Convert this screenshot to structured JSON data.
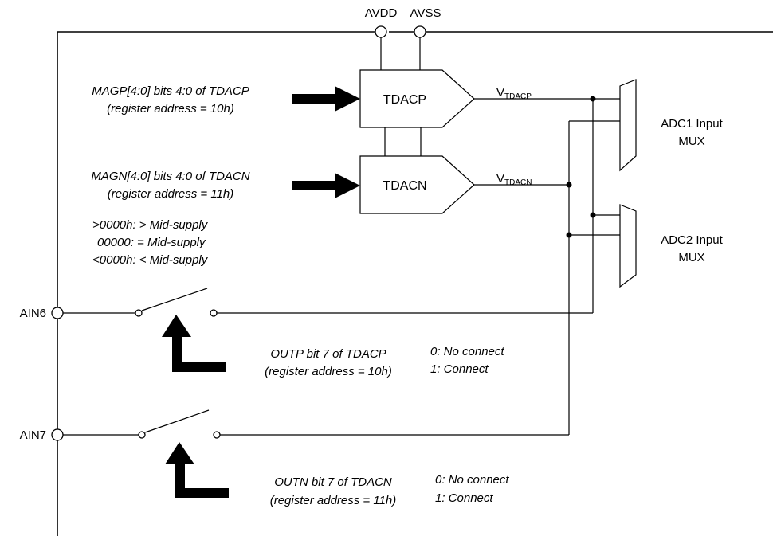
{
  "supply": {
    "avdd": "AVDD",
    "avss": "AVSS"
  },
  "blocks": {
    "tdacp": "TDACP",
    "tdacn": "TDACN",
    "adc1_mux": [
      "ADC1 Input",
      "MUX"
    ],
    "adc2_mux": [
      "ADC2 Input",
      "MUX"
    ]
  },
  "outputs": {
    "vtdacp": {
      "main": "V",
      "sub": "TDACP"
    },
    "vtdacn": {
      "main": "V",
      "sub": "TDACN"
    }
  },
  "pins": {
    "ain6": "AIN6",
    "ain7": "AIN7"
  },
  "notes": {
    "magp": [
      "MAGP[4:0] bits 4:0 of TDACP",
      "(register address = 10h)"
    ],
    "magn": [
      "MAGN[4:0] bits 4:0 of TDACN",
      "(register address = 11h)"
    ],
    "supply_levels": [
      ">0000h: > Mid-supply",
      "00000: = Mid-supply",
      "<0000h: < Mid-supply"
    ],
    "outp": [
      "OUTP bit 7 of TDACP",
      "(register address = 10h)"
    ],
    "outn": [
      "OUTN bit 7 of TDACN",
      "(register address = 11h)"
    ],
    "outp_states": [
      "0: No connect",
      "1: Connect"
    ],
    "outn_states": [
      "0: No connect",
      "1: Connect"
    ]
  }
}
